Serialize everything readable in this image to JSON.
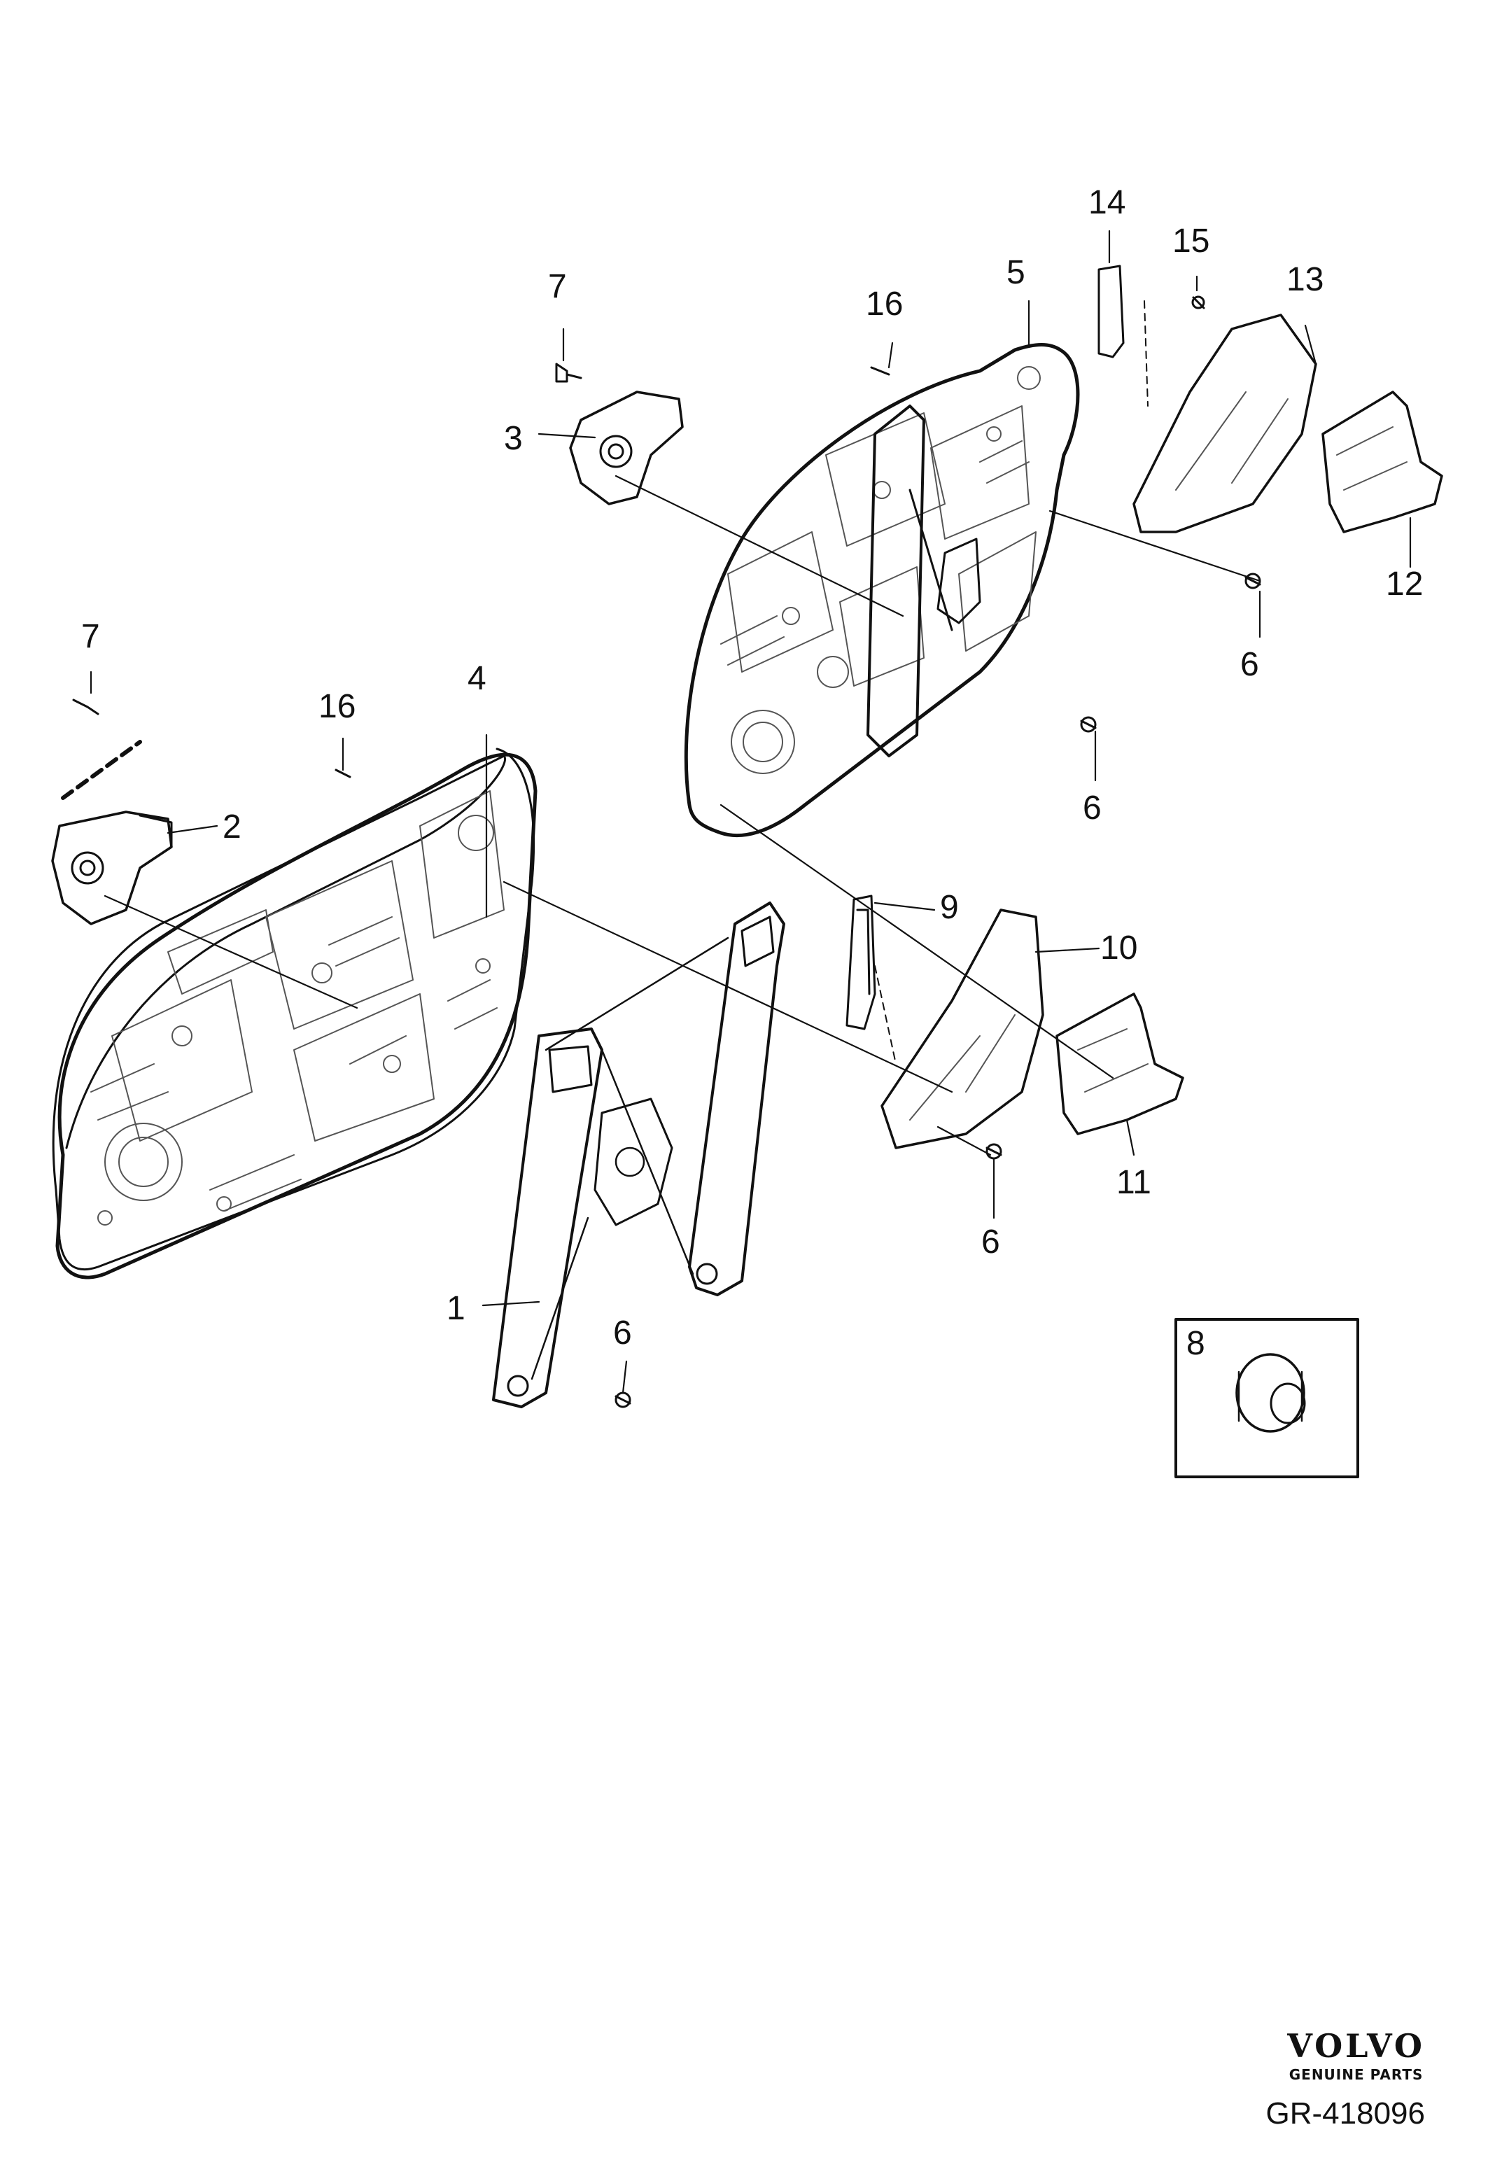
{
  "diagram": {
    "callouts": {
      "c1": "1",
      "c2": "2",
      "c3": "3",
      "c4": "4",
      "c5": "5",
      "c6a": "6",
      "c6b": "6",
      "c6c": "6",
      "c6d": "6",
      "c7a": "7",
      "c7b": "7",
      "c8": "8",
      "c9": "9",
      "c10": "10",
      "c11": "11",
      "c12": "12",
      "c13": "13",
      "c14": "14",
      "c15": "15",
      "c16a": "16",
      "c16b": "16"
    }
  },
  "brand": {
    "logo": "VOLVO",
    "subtitle": "GENUINE PARTS"
  },
  "figure_id": "GR-418096",
  "colors": {
    "ink": "#111111",
    "part_fill": "#ffffff",
    "part_detail": "#555555"
  }
}
